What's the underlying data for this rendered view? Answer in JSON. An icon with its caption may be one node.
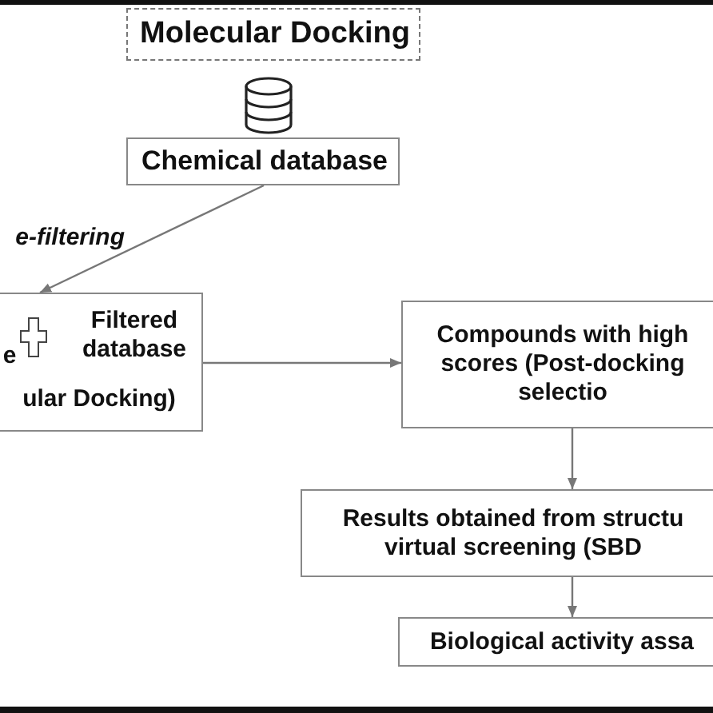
{
  "diagram": {
    "nodes": [
      {
        "text": [
          "Molecular Docking"
        ]
      },
      {
        "text": [
          "Chemical database"
        ]
      },
      {
        "text": [
          "e",
          "Filtered database",
          "ular Docking)"
        ]
      },
      {
        "text": [
          "Compounds with high scores (Post-docking selectio"
        ]
      },
      {
        "text": [
          "Results obtained from structu virtual screening (SBD"
        ]
      },
      {
        "text": [
          "Biological activity assa"
        ]
      }
    ],
    "edges": [
      {
        "from": 1,
        "to": 2,
        "arrow": "to",
        "label": "e-filtering"
      },
      {
        "from": 2,
        "to": 3,
        "arrow": "to"
      },
      {
        "from": 3,
        "to": 4,
        "arrow": "to"
      },
      {
        "from": 4,
        "to": 5,
        "arrow": "to"
      }
    ]
  }
}
